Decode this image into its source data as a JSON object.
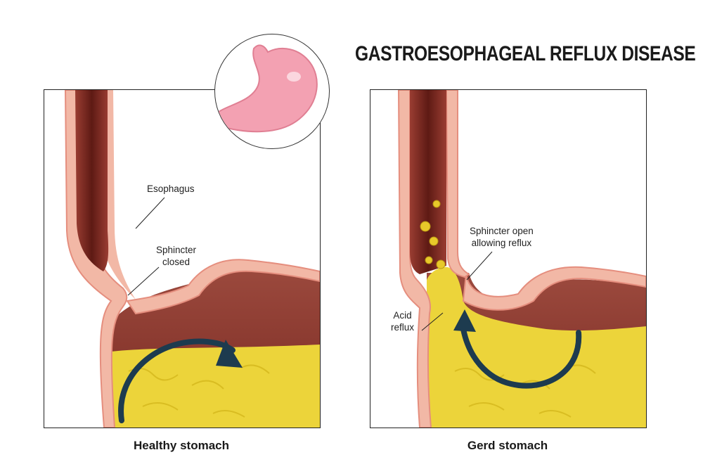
{
  "title": "GASTROESOPHAGEAL REFLUX DISEASE",
  "panels": {
    "healthy": {
      "caption": "Healthy stomach",
      "labels": {
        "esophagus": "Esophagus",
        "sphincter_line1": "Sphincter",
        "sphincter_line2": "closed"
      }
    },
    "gerd": {
      "caption": "Gerd stomach",
      "labels": {
        "sphincter_line1": "Sphincter open",
        "sphincter_line2": "allowing reflux",
        "acid_line1": "Acid",
        "acid_line2": "reflux"
      }
    }
  },
  "colors": {
    "tissue": "#f2b8a6",
    "lining": "#e58e7e",
    "lumen": "#7a2a22",
    "stomach_inner": "#8a3a30",
    "acid": "#ecd43a",
    "arrow": "#1d3b4f",
    "inset_stomach": "#f3a1b2"
  }
}
